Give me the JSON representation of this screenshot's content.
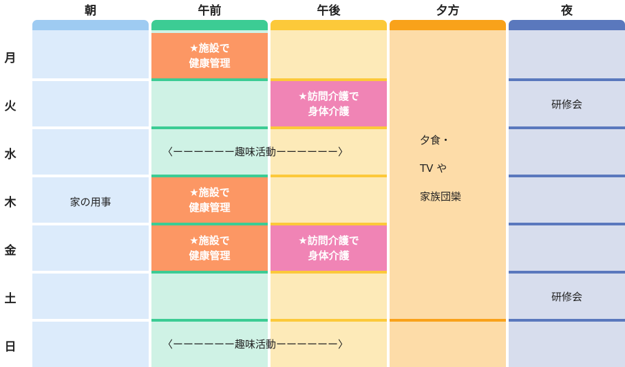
{
  "columns": {
    "morning": "朝",
    "am": "午前",
    "pm": "午後",
    "evening": "夕方",
    "night": "夜"
  },
  "days": [
    "月",
    "火",
    "水",
    "木",
    "金",
    "土",
    "日"
  ],
  "events": {
    "health_line1": "★施設で",
    "health_line2": "健康管理",
    "visit_line1": "★訪問介護で",
    "visit_line2": "身体介護",
    "hobby": "〈ーーーーーー趣味活動ーーーーーー〉",
    "housework": "家の用事",
    "dinner_line1": "夕食・",
    "dinner_line2": "TV や",
    "dinner_line3": "家族団欒",
    "study": "研修会"
  },
  "colors": {
    "morning_bar": "#9ecbf2",
    "morning_bg": "#dcebfb",
    "am_bar": "#3ccc94",
    "am_bg": "#cff2e5",
    "pm_bar": "#fcc93a",
    "pm_bg": "#fdeab8",
    "evening_bar": "#f9a21a",
    "evening_bg": "#fddca8",
    "night_bar": "#5a78bd",
    "night_bg": "#d7dded",
    "health_event": "#fc9764",
    "visit_event": "#f084b5"
  }
}
